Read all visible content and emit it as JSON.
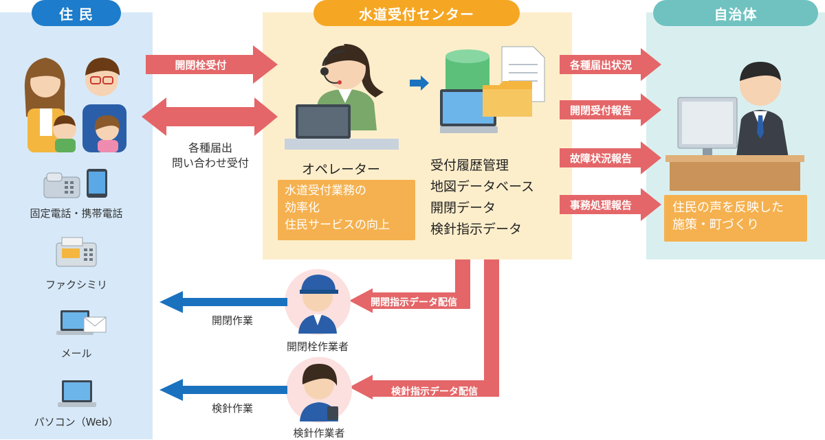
{
  "colors": {
    "resident_panel": "#d7e9f8",
    "center_panel": "#fdeecb",
    "municipality_panel": "#d9efef",
    "resident_header": "#1d7ccb",
    "center_header": "#f5a623",
    "municipality_header": "#6fc2c0",
    "red_arrow": "#e46668",
    "blue_arrow": "#1a72bf",
    "orange_box": "#f5b14f"
  },
  "headers": {
    "resident": "住 民",
    "center": "水道受付センター",
    "municipality": "自治体"
  },
  "resident_channels": {
    "phone": "固定電話・携帯電話",
    "fax": "ファクシミリ",
    "mail": "メール",
    "pc": "パソコン（Web）"
  },
  "resident_arrows": {
    "valve_reception": "開閉栓受付",
    "inquiry_line1": "各種届出",
    "inquiry_line2": "問い合わせ受付"
  },
  "center": {
    "operator_label": "オペレーター",
    "benefits": [
      "水道受付業務の",
      "効率化",
      "住民サービスの向上"
    ],
    "systems": [
      "受付履歴管理",
      "地図データベース",
      "開閉データ",
      "検針指示データ"
    ]
  },
  "reports": [
    "各種届出状況",
    "開閉受付報告",
    "故障状況報告",
    "事務処理報告"
  ],
  "municipality": {
    "outcome": [
      "住民の声を反映した",
      "施策・町づくり"
    ]
  },
  "workers": {
    "valve_delivery": "開閉指示データ配信",
    "valve_work": "開閉作業",
    "valve_worker": "開閉栓作業者",
    "meter_delivery": "検針指示データ配信",
    "meter_work": "検針作業",
    "meter_worker": "検針作業者"
  },
  "icons": [
    "family-icon",
    "phone-icon",
    "fax-icon",
    "mail-laptop-icon",
    "laptop-icon",
    "operator-icon",
    "database-icon",
    "document-icon",
    "folder-icon",
    "official-icon",
    "valve-worker-icon",
    "meter-worker-icon"
  ]
}
